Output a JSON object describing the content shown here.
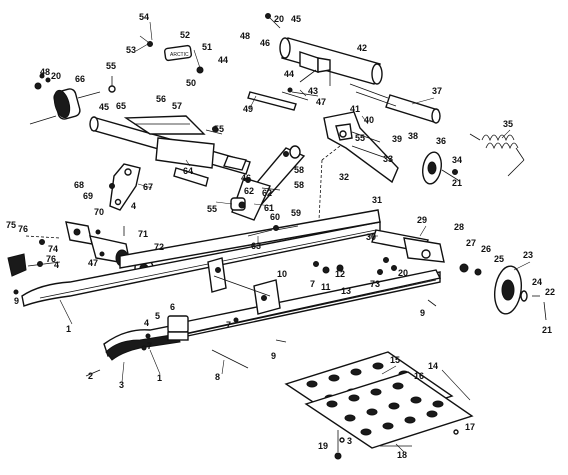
{
  "callouts": [
    {
      "id": "c54",
      "text": "54"
    },
    {
      "id": "c53",
      "text": "53"
    },
    {
      "id": "c52",
      "text": "52"
    },
    {
      "id": "c51",
      "text": "51"
    },
    {
      "id": "c50",
      "text": "50"
    },
    {
      "id": "c44a",
      "text": "44"
    },
    {
      "id": "c55a",
      "text": "55"
    },
    {
      "id": "c48a",
      "text": "48"
    },
    {
      "id": "c20a",
      "text": "20"
    },
    {
      "id": "c66",
      "text": "66"
    },
    {
      "id": "c45a",
      "text": "45"
    },
    {
      "id": "c65",
      "text": "65"
    },
    {
      "id": "c56",
      "text": "56"
    },
    {
      "id": "c57",
      "text": "57"
    },
    {
      "id": "c55b",
      "text": "55"
    },
    {
      "id": "c49",
      "text": "49"
    },
    {
      "id": "c44b",
      "text": "44"
    },
    {
      "id": "c48b",
      "text": "48"
    },
    {
      "id": "c20b",
      "text": "20"
    },
    {
      "id": "c46a",
      "text": "46"
    },
    {
      "id": "c45b",
      "text": "45"
    },
    {
      "id": "c42",
      "text": "42"
    },
    {
      "id": "c43",
      "text": "43"
    },
    {
      "id": "c47a",
      "text": "47"
    },
    {
      "id": "c41",
      "text": "41"
    },
    {
      "id": "c40",
      "text": "40"
    },
    {
      "id": "c37",
      "text": "37"
    },
    {
      "id": "c35",
      "text": "35"
    },
    {
      "id": "c39",
      "text": "39"
    },
    {
      "id": "c38",
      "text": "38"
    },
    {
      "id": "c36",
      "text": "36"
    },
    {
      "id": "c34",
      "text": "34"
    },
    {
      "id": "c21a",
      "text": "21"
    },
    {
      "id": "c55c",
      "text": "55"
    },
    {
      "id": "c33",
      "text": "33"
    },
    {
      "id": "c32",
      "text": "32"
    },
    {
      "id": "c31",
      "text": "31"
    },
    {
      "id": "c68",
      "text": "68"
    },
    {
      "id": "c69",
      "text": "69"
    },
    {
      "id": "c67",
      "text": "67"
    },
    {
      "id": "c64",
      "text": "64"
    },
    {
      "id": "c46b",
      "text": "46"
    },
    {
      "id": "c62a",
      "text": "62"
    },
    {
      "id": "c58a",
      "text": "58"
    },
    {
      "id": "c62b",
      "text": "62"
    },
    {
      "id": "c58b",
      "text": "58"
    },
    {
      "id": "c61",
      "text": "61"
    },
    {
      "id": "c55d",
      "text": "55"
    },
    {
      "id": "c70",
      "text": "70"
    },
    {
      "id": "c4a",
      "text": "4"
    },
    {
      "id": "c60",
      "text": "60"
    },
    {
      "id": "c59",
      "text": "59"
    },
    {
      "id": "c75",
      "text": "75"
    },
    {
      "id": "c76a",
      "text": "76"
    },
    {
      "id": "c74",
      "text": "74"
    },
    {
      "id": "c76b",
      "text": "76"
    },
    {
      "id": "c4b",
      "text": "4"
    },
    {
      "id": "c47b",
      "text": "47"
    },
    {
      "id": "c71",
      "text": "71"
    },
    {
      "id": "c72",
      "text": "72"
    },
    {
      "id": "c63",
      "text": "63"
    },
    {
      "id": "c10",
      "text": "10"
    },
    {
      "id": "c30",
      "text": "30"
    },
    {
      "id": "c29",
      "text": "29"
    },
    {
      "id": "c28",
      "text": "28"
    },
    {
      "id": "c27",
      "text": "27"
    },
    {
      "id": "c26",
      "text": "26"
    },
    {
      "id": "c25",
      "text": "25"
    },
    {
      "id": "c23",
      "text": "23"
    },
    {
      "id": "c24",
      "text": "24"
    },
    {
      "id": "c22",
      "text": "22"
    },
    {
      "id": "c21b",
      "text": "21"
    },
    {
      "id": "c7a",
      "text": "7"
    },
    {
      "id": "c11",
      "text": "11"
    },
    {
      "id": "c12",
      "text": "12"
    },
    {
      "id": "c13",
      "text": "13"
    },
    {
      "id": "c73",
      "text": "73"
    },
    {
      "id": "c20c",
      "text": "20"
    },
    {
      "id": "c9a",
      "text": "9"
    },
    {
      "id": "c9b",
      "text": "9"
    },
    {
      "id": "c1a",
      "text": "1"
    },
    {
      "id": "c6",
      "text": "6"
    },
    {
      "id": "c5",
      "text": "5"
    },
    {
      "id": "c4c",
      "text": "4"
    },
    {
      "id": "c7b",
      "text": "7"
    },
    {
      "id": "c9c",
      "text": "9"
    },
    {
      "id": "c8",
      "text": "8"
    },
    {
      "id": "c1b",
      "text": "1"
    },
    {
      "id": "c2",
      "text": "2"
    },
    {
      "id": "c3",
      "text": "3"
    },
    {
      "id": "c15",
      "text": "15"
    },
    {
      "id": "c14",
      "text": "14"
    },
    {
      "id": "c16",
      "text": "16"
    },
    {
      "id": "c17",
      "text": "17"
    },
    {
      "id": "c18",
      "text": "18"
    },
    {
      "id": "c19",
      "text": "19"
    },
    {
      "id": "c7c",
      "text": "7"
    },
    {
      "id": "c3b",
      "text": "3"
    }
  ]
}
